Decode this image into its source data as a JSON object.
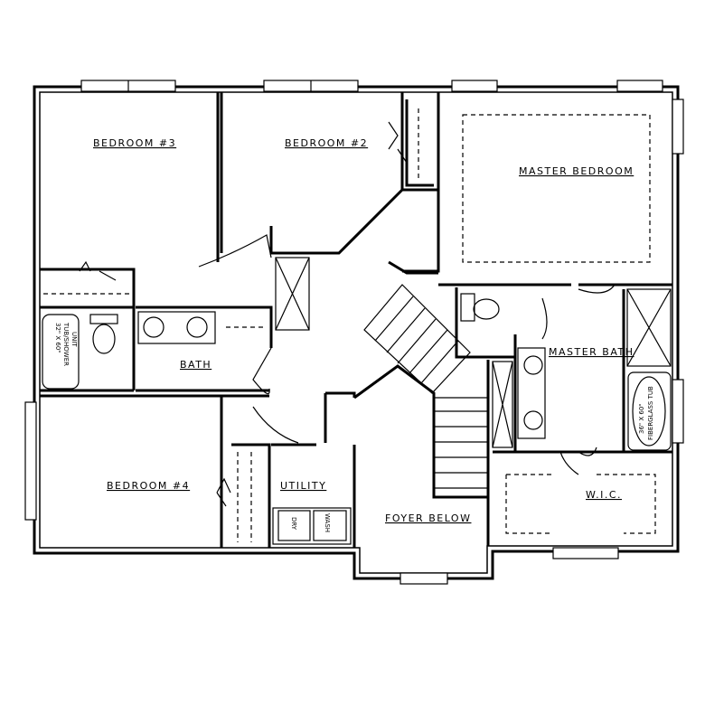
{
  "rooms": {
    "bedroom3": "BEDROOM #3",
    "bedroom2": "BEDROOM #2",
    "master_bedroom": "MASTER BEDROOM",
    "bath": "BATH",
    "master_bath": "MASTER BATH",
    "bedroom4": "BEDROOM #4",
    "utility": "UTILITY",
    "foyer": "FOYER BELOW",
    "wic": "W.I.C."
  },
  "fixtures": {
    "tub_line1": "UNIT",
    "tub_line2": "TUB/SHOWER",
    "tub_line3": "32\" X 60\"",
    "fiberglass_line1": "36\" X 60\"",
    "fiberglass_line2": "FIBERGLASS TUB",
    "dryer": "DRY",
    "washer": "WASH"
  }
}
